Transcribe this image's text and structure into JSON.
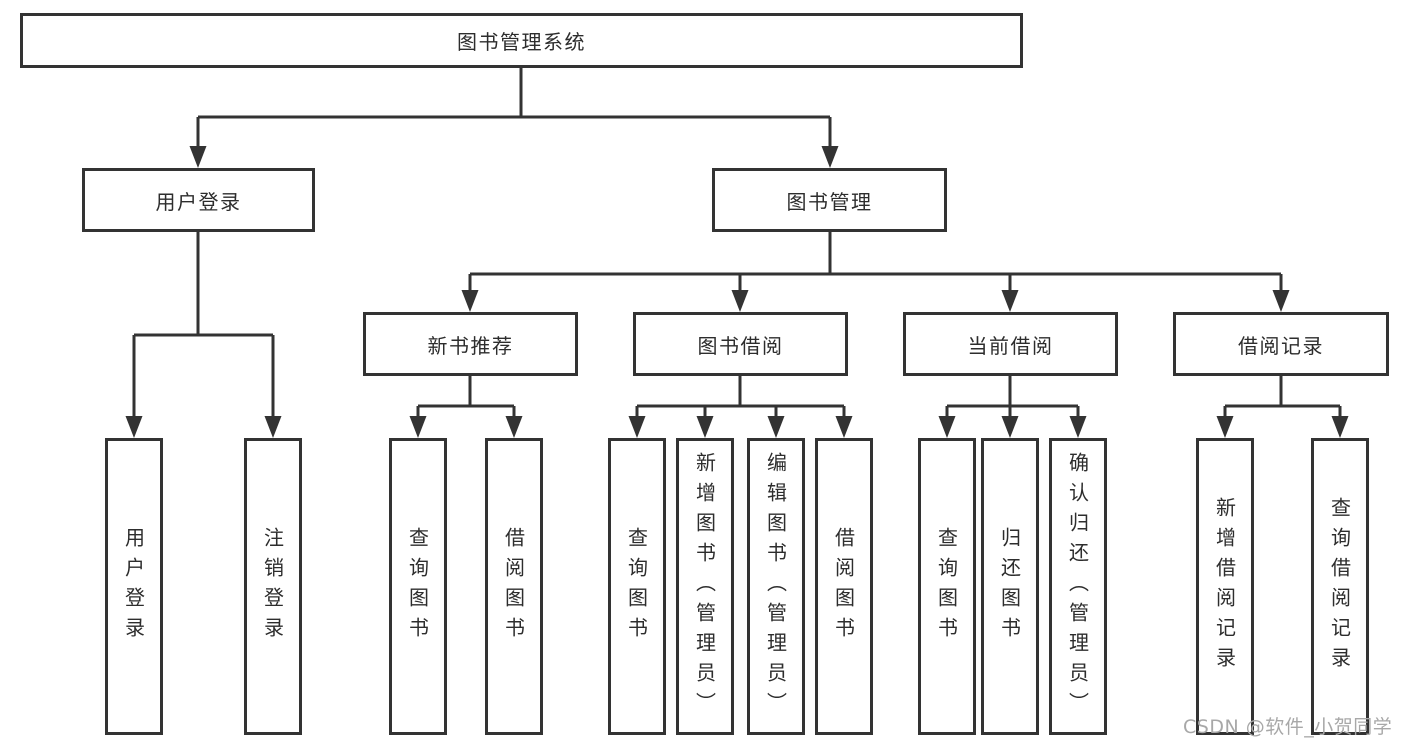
{
  "colors": {
    "line": "#333333",
    "text": "#2d2d2d",
    "background": "#ffffff",
    "watermark": "#a8a8a8"
  },
  "tree": {
    "root": "图书管理系统",
    "level2": [
      {
        "label": "用户登录",
        "children": [
          {
            "label": "用户登录"
          },
          {
            "label": "注销登录"
          }
        ]
      },
      {
        "label": "图书管理",
        "children": [
          {
            "label": "新书推荐",
            "children": [
              {
                "label": "查询图书"
              },
              {
                "label": "借阅图书"
              }
            ]
          },
          {
            "label": "图书借阅",
            "children": [
              {
                "label": "查询图书"
              },
              {
                "label": "新增图书（管理员）"
              },
              {
                "label": "编辑图书（管理员）"
              },
              {
                "label": "借阅图书"
              }
            ]
          },
          {
            "label": "当前借阅",
            "children": [
              {
                "label": "查询图书"
              },
              {
                "label": "归还图书"
              },
              {
                "label": "确认归还（管理员）"
              }
            ]
          },
          {
            "label": "借阅记录",
            "children": [
              {
                "label": "新增借阅记录"
              },
              {
                "label": "查询借阅记录"
              }
            ]
          }
        ]
      }
    ]
  },
  "watermark": {
    "text": "CSDN @软件_小贺同学"
  }
}
